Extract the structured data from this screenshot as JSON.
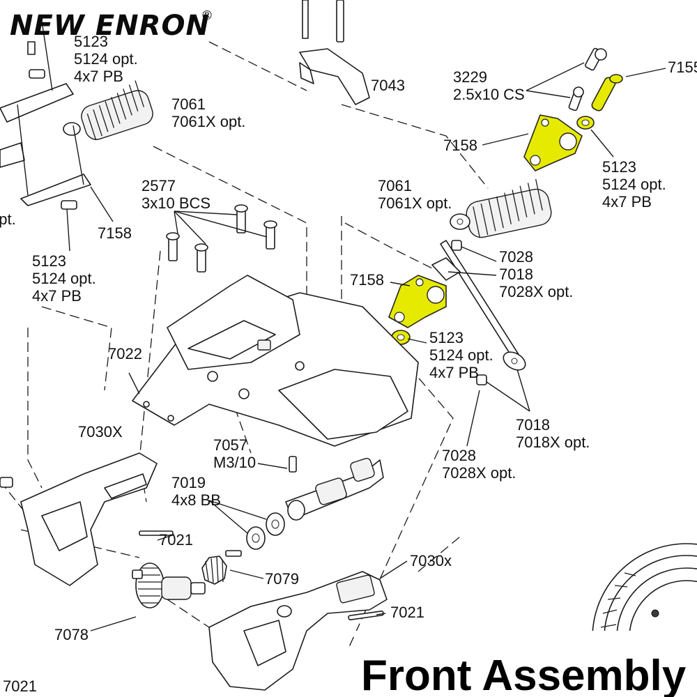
{
  "header": {
    "brand": "NEW ENRON",
    "registered_mark": "®"
  },
  "title": "Front Assembly",
  "callouts": [
    {
      "id": "c-5123-top",
      "lines": [
        "5123",
        "5124 opt.",
        "4x7 PB"
      ]
    },
    {
      "id": "c-7061-left",
      "lines": [
        "7061",
        "7061X opt."
      ]
    },
    {
      "id": "c-7043",
      "lines": [
        "7043"
      ]
    },
    {
      "id": "c-3229",
      "lines": [
        "3229",
        "2.5x10 CS"
      ]
    },
    {
      "id": "c-7155",
      "lines": [
        "7155"
      ]
    },
    {
      "id": "c-7158-right",
      "lines": [
        "7158"
      ]
    },
    {
      "id": "c-5123-right",
      "lines": [
        "5123",
        "5124 opt.",
        "4x7 PB"
      ]
    },
    {
      "id": "c-7061-right",
      "lines": [
        "7061",
        "7061X opt."
      ]
    },
    {
      "id": "c-2577",
      "lines": [
        "2577",
        "3x10 BCS"
      ]
    },
    {
      "id": "c-opt",
      "lines": [
        "opt."
      ]
    },
    {
      "id": "c-7158-left",
      "lines": [
        "7158"
      ]
    },
    {
      "id": "c-5123-left",
      "lines": [
        "5123",
        "5124 opt.",
        "4x7 PB"
      ]
    },
    {
      "id": "c-7028-top",
      "lines": [
        "7028",
        "7018",
        "7028X opt."
      ]
    },
    {
      "id": "c-7158-mid",
      "lines": [
        "7158"
      ]
    },
    {
      "id": "c-5123-mid",
      "lines": [
        "5123",
        "5124 opt.",
        "4x7 PB"
      ]
    },
    {
      "id": "c-7022",
      "lines": [
        "7022"
      ]
    },
    {
      "id": "c-7018",
      "lines": [
        "7018",
        "7018X opt."
      ]
    },
    {
      "id": "c-7028-bottom",
      "lines": [
        "7028",
        "7028X opt."
      ]
    },
    {
      "id": "c-7030X",
      "lines": [
        "7030X"
      ]
    },
    {
      "id": "c-7057",
      "lines": [
        "7057",
        "M3/10"
      ]
    },
    {
      "id": "c-7019",
      "lines": [
        "7019",
        "4x8 BB"
      ]
    },
    {
      "id": "c-7021-mid",
      "lines": [
        "7021"
      ]
    },
    {
      "id": "c-7079",
      "lines": [
        "7079"
      ]
    },
    {
      "id": "c-7030x-lower",
      "lines": [
        "7030x"
      ]
    },
    {
      "id": "c-7021-right",
      "lines": [
        "7021"
      ]
    },
    {
      "id": "c-7078",
      "lines": [
        "7078"
      ]
    },
    {
      "id": "c-7021-bottom",
      "lines": [
        "7021"
      ]
    }
  ],
  "colors": {
    "highlight": "#e6ea00",
    "line": "#1b1b1b",
    "background": "#ffffff"
  }
}
